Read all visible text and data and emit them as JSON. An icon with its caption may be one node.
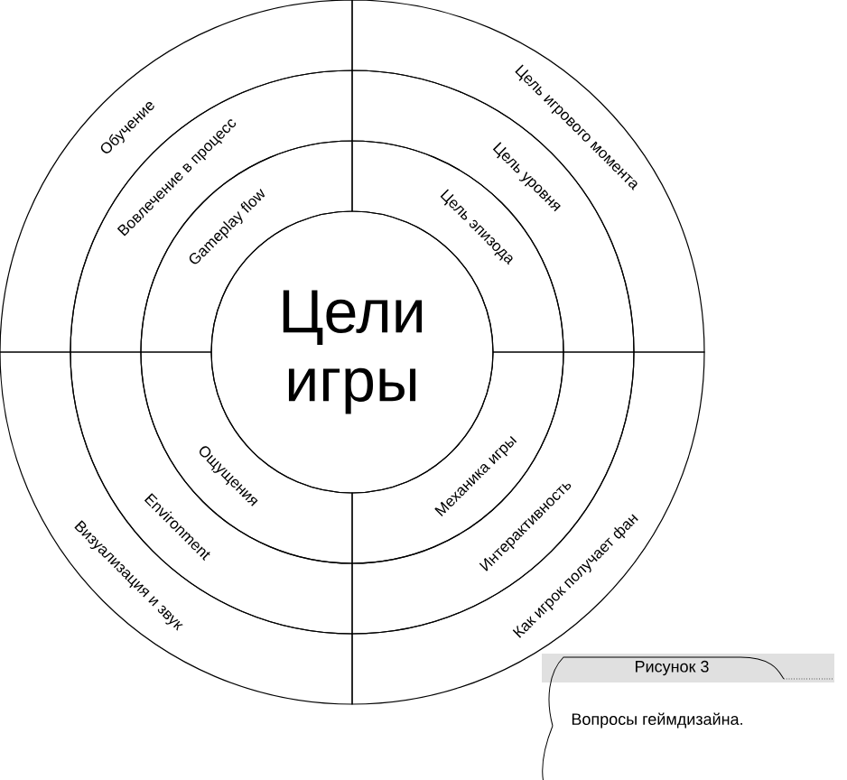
{
  "diagram": {
    "caption": "Вопросы геймдизайна.",
    "nodes": [
      {
        "text": [
          "Цели игры"
        ]
      },
      {
        "text": [
          "Обучение"
        ]
      },
      {
        "text": [
          "Вовлечение в процесс"
        ]
      },
      {
        "text": [
          "Gameplay flow"
        ]
      },
      {
        "text": [
          "Цель игрового момента"
        ]
      },
      {
        "text": [
          "Цель уровня"
        ]
      },
      {
        "text": [
          "Цель эпизода"
        ]
      },
      {
        "text": [
          "Ощущения"
        ]
      },
      {
        "text": [
          "Environment"
        ]
      },
      {
        "text": [
          "Визуализация и звук"
        ]
      },
      {
        "text": [
          "Механика игры"
        ]
      },
      {
        "text": [
          "Интерактивность"
        ]
      },
      {
        "text": [
          "Как игрок получает фан"
        ]
      }
    ],
    "labels": [
      "Рисунок 3"
    ]
  }
}
